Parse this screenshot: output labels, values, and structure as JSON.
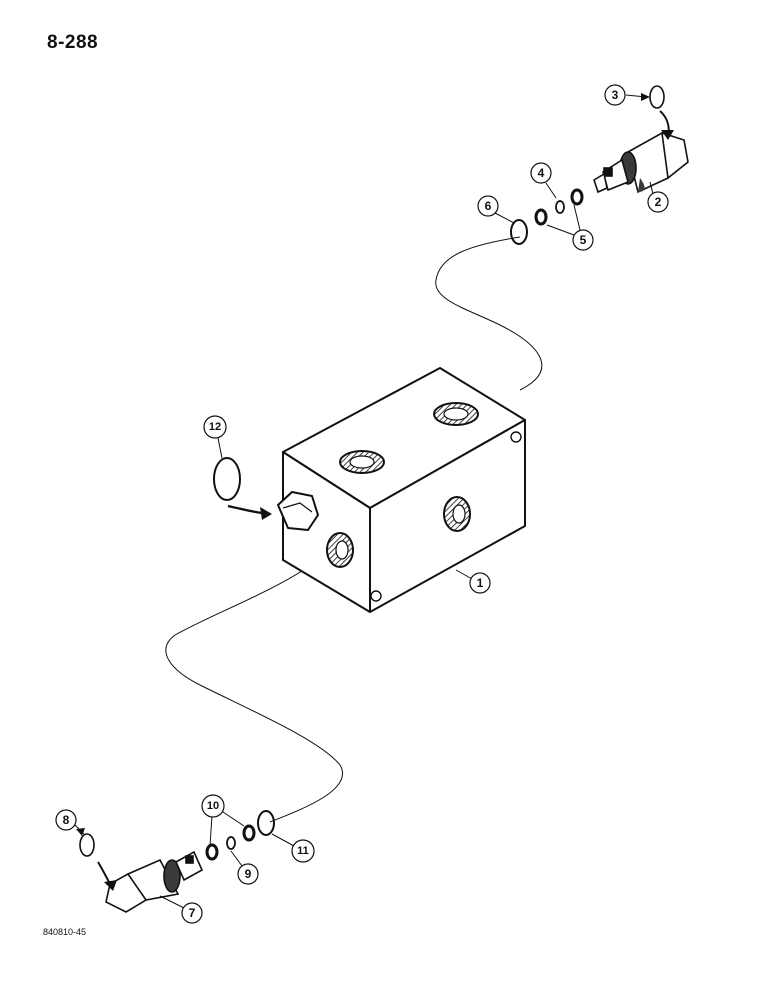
{
  "page_number": "8-288",
  "figure_code": "840810-45",
  "callouts": [
    "1",
    "2",
    "3",
    "4",
    "5",
    "5",
    "6",
    "7",
    "8",
    "9",
    "10",
    "10",
    "11",
    "12"
  ],
  "colors": {
    "ink": "#111111",
    "shade": "#3a3a3a",
    "paper": "#ffffff"
  }
}
